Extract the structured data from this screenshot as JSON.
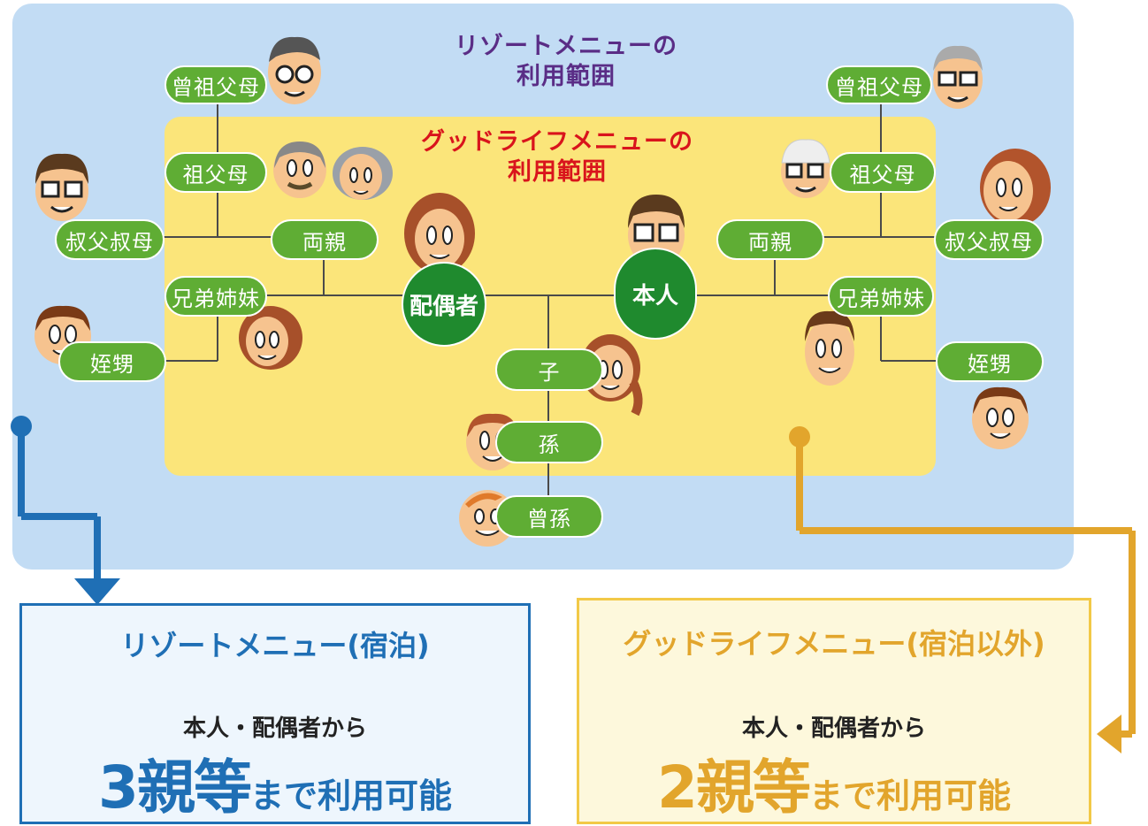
{
  "zones": {
    "resort_title_line1": "リゾートメニューの",
    "resort_title_line2": "利用範囲",
    "goodlife_title_line1": "グッドライフメニューの",
    "goodlife_title_line2": "利用範囲"
  },
  "nodes": {
    "left_great_grandparents": "曾祖父母",
    "left_grandparents": "祖父母",
    "left_parents": "両親",
    "left_uncle_aunt": "叔父叔母",
    "left_siblings": "兄弟姉妹",
    "left_nephew_niece": "姪甥",
    "spouse": "配偶者",
    "self": "本人",
    "child": "子",
    "grandchild": "孫",
    "great_grandchild": "曾孫",
    "right_great_grandparents": "曾祖父母",
    "right_grandparents": "祖父母",
    "right_parents": "両親",
    "right_uncle_aunt": "叔父叔母",
    "right_siblings": "兄弟姉妹",
    "right_nephew_niece": "姪甥"
  },
  "resort_box": {
    "title": "リゾートメニュー(宿泊)",
    "subtitle": "本人・配偶者から",
    "degree": "3親等",
    "suffix": "まで利用可能"
  },
  "goodlife_box": {
    "title": "グッドライフメニュー(宿泊以外)",
    "subtitle": "本人・配偶者から",
    "degree": "2親等",
    "suffix": "まで利用可能"
  },
  "colors": {
    "resort_bg": "#c2dcf4",
    "goodlife_bg": "#fbe57a",
    "resort_accent": "#1f6fb5",
    "goodlife_accent": "#e2a52c",
    "node_green": "#5fad34",
    "core_green": "#1f8a2e"
  }
}
